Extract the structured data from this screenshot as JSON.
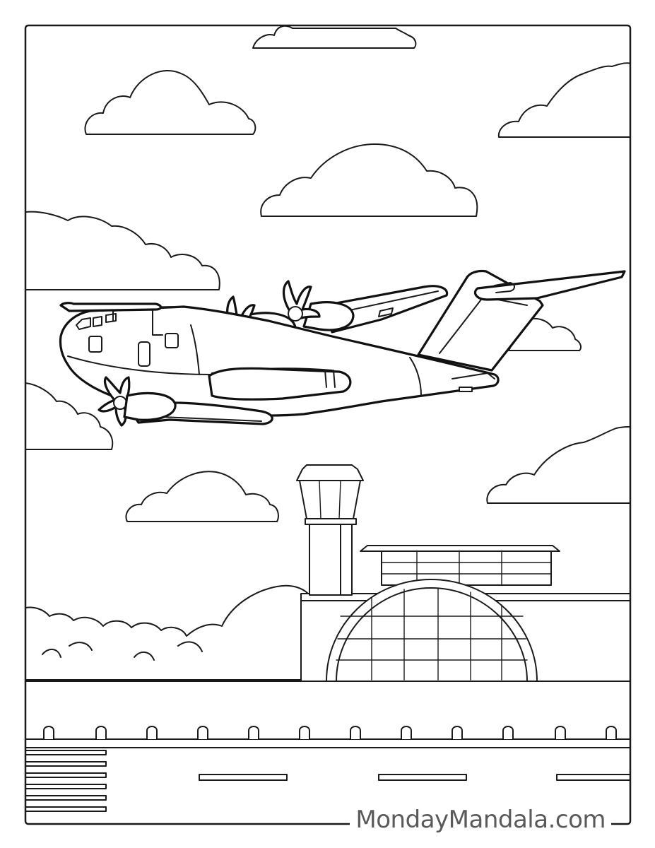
{
  "watermark": {
    "text": "MondayMandala.com"
  },
  "colors": {
    "line": "#1a1a1a",
    "paper": "#ffffff",
    "watermark": "#5a5a5a"
  },
  "scene": {
    "subject": "airplane",
    "clouds": 10,
    "runway_lights": 12,
    "runway_dashes": 3
  }
}
